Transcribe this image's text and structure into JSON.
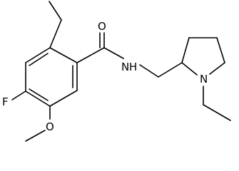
{
  "atoms": {
    "fluorine": "F",
    "methoxy_oxygen": "O",
    "carbonyl_oxygen": "O",
    "amide_nitrogen": "N",
    "amide_hydrogen": "H",
    "ring_nitrogen": "N"
  },
  "colors": {
    "bond": "#000000",
    "text": "#000000",
    "background": "#ffffff"
  }
}
